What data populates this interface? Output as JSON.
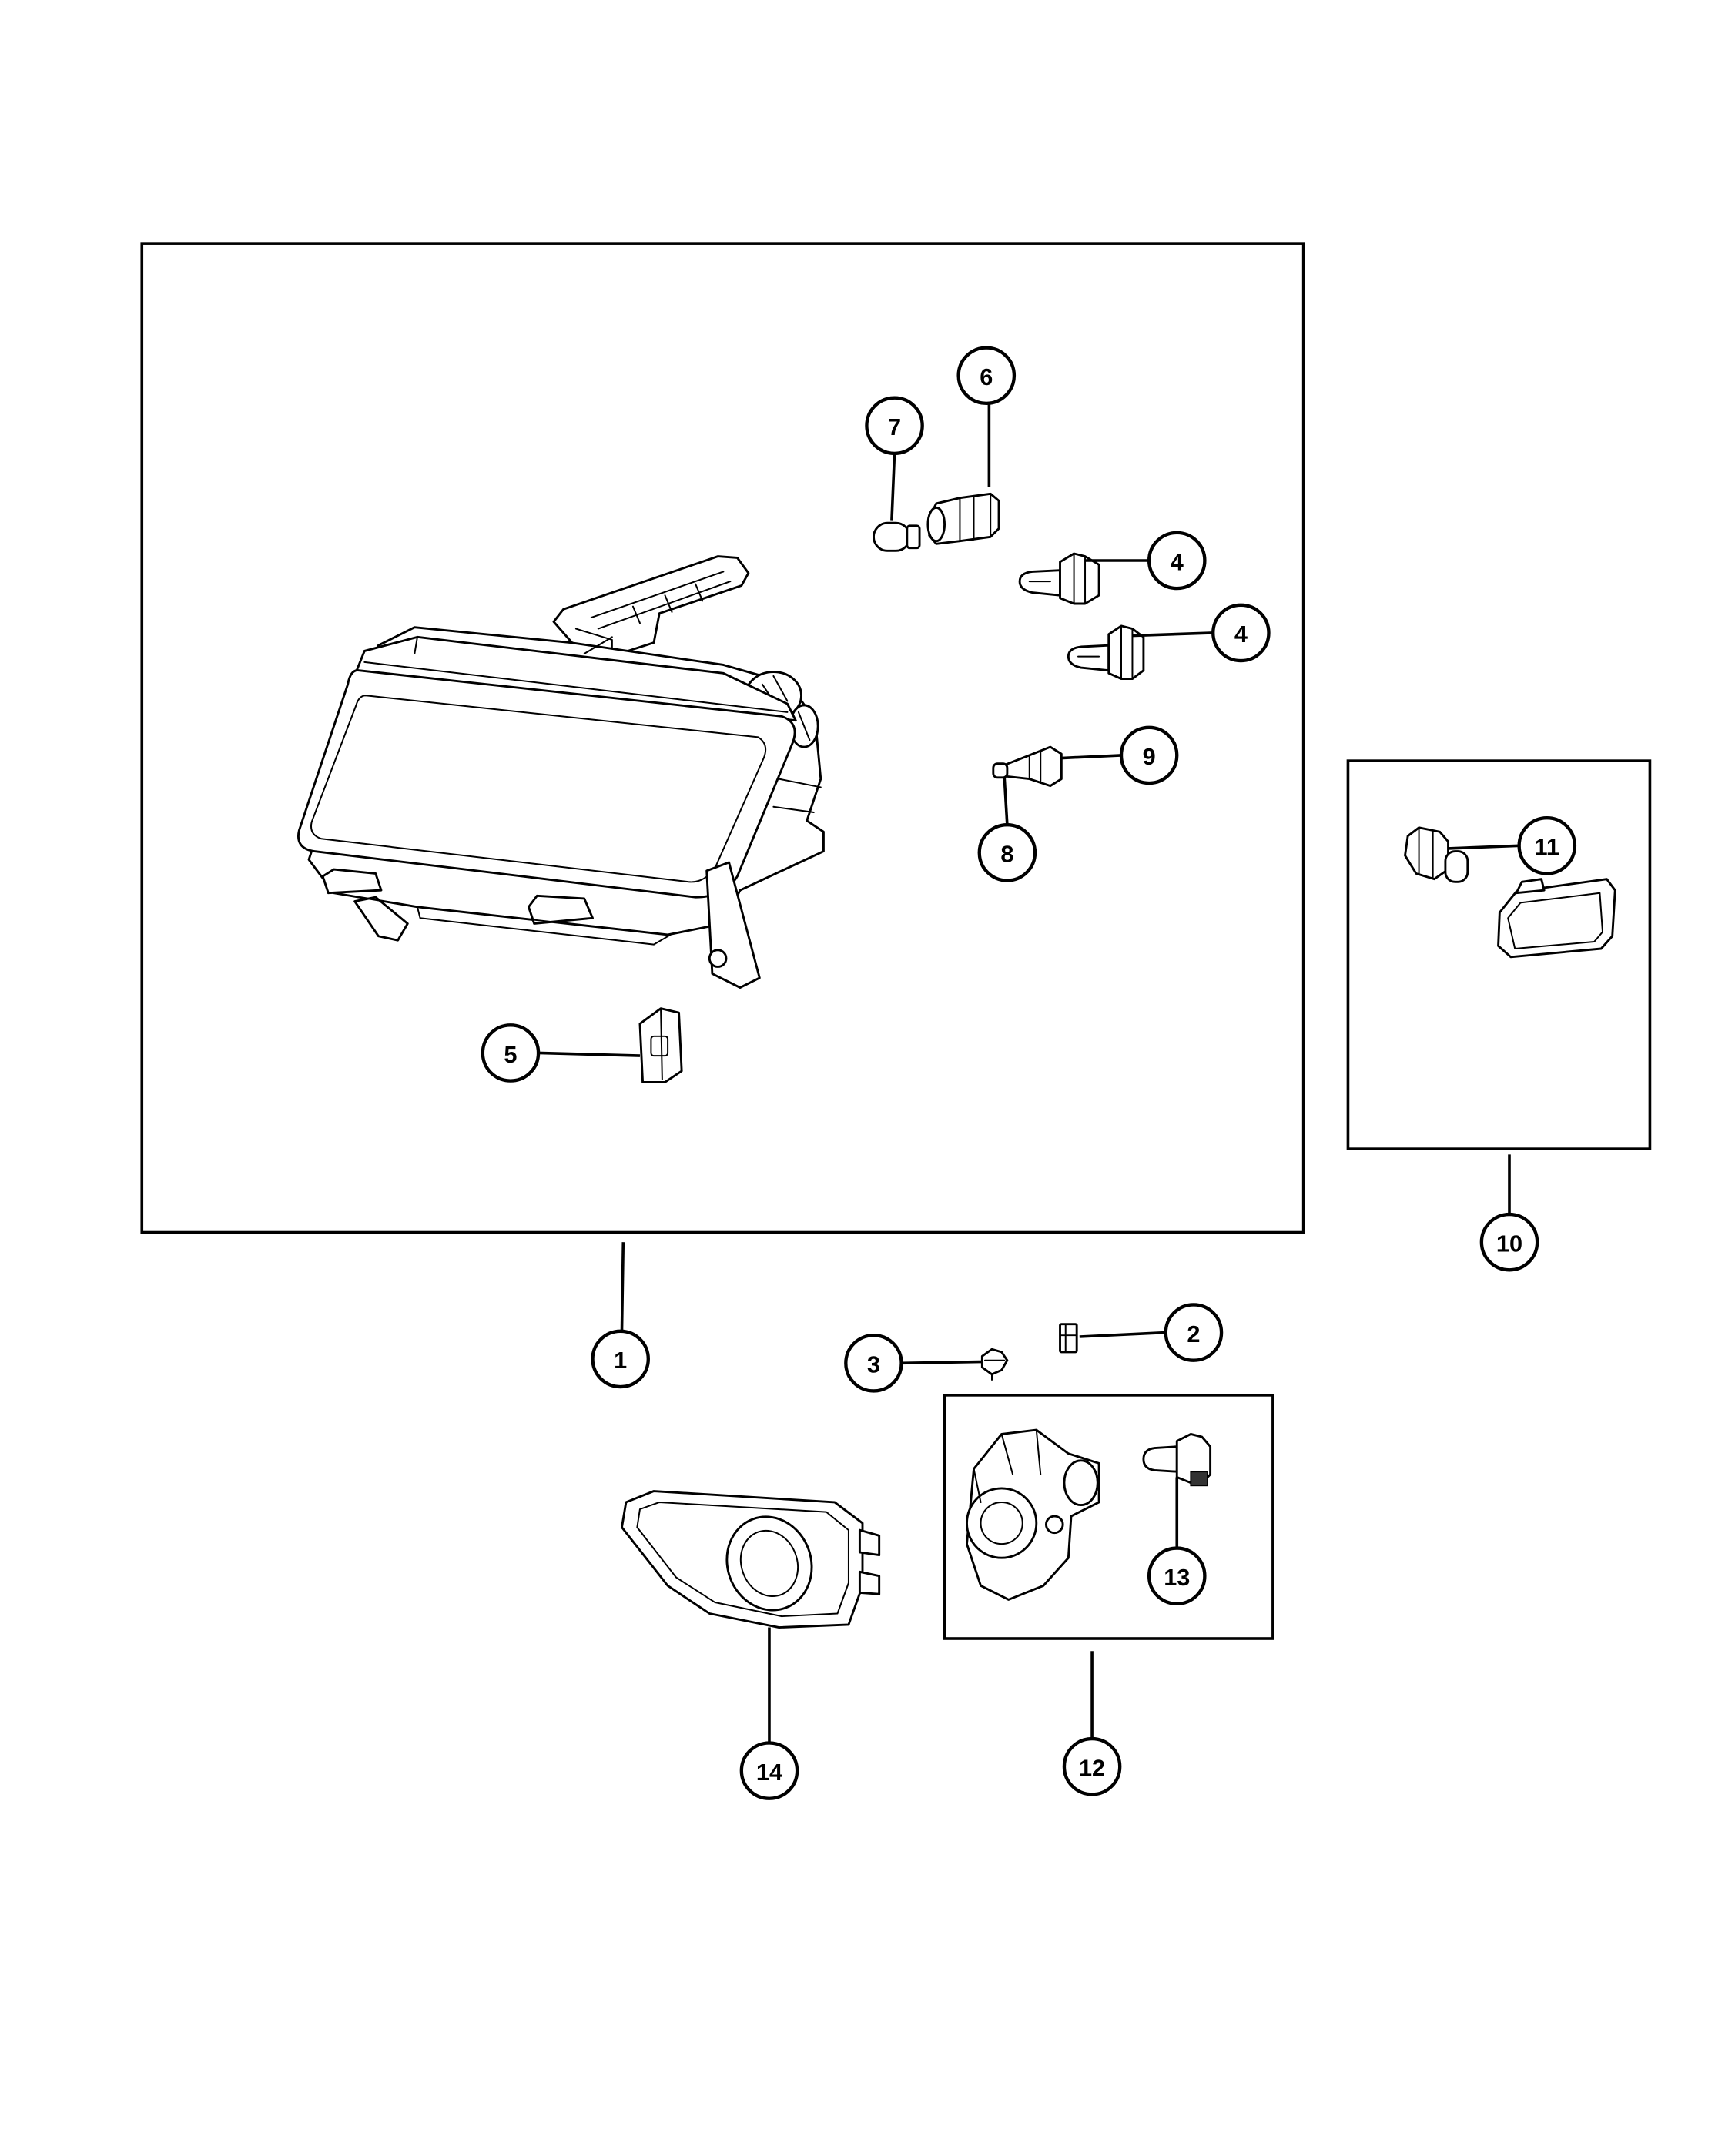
{
  "callouts": [
    {
      "label": "1"
    },
    {
      "label": "2"
    },
    {
      "label": "3"
    },
    {
      "label": "4"
    },
    {
      "label": "4"
    },
    {
      "label": "5"
    },
    {
      "label": "6"
    },
    {
      "label": "7"
    },
    {
      "label": "8"
    },
    {
      "label": "9"
    },
    {
      "label": "10"
    },
    {
      "label": "11"
    },
    {
      "label": "12"
    },
    {
      "label": "13"
    },
    {
      "label": "14"
    }
  ],
  "colors": {
    "line": "#000000",
    "background": "#ffffff"
  }
}
